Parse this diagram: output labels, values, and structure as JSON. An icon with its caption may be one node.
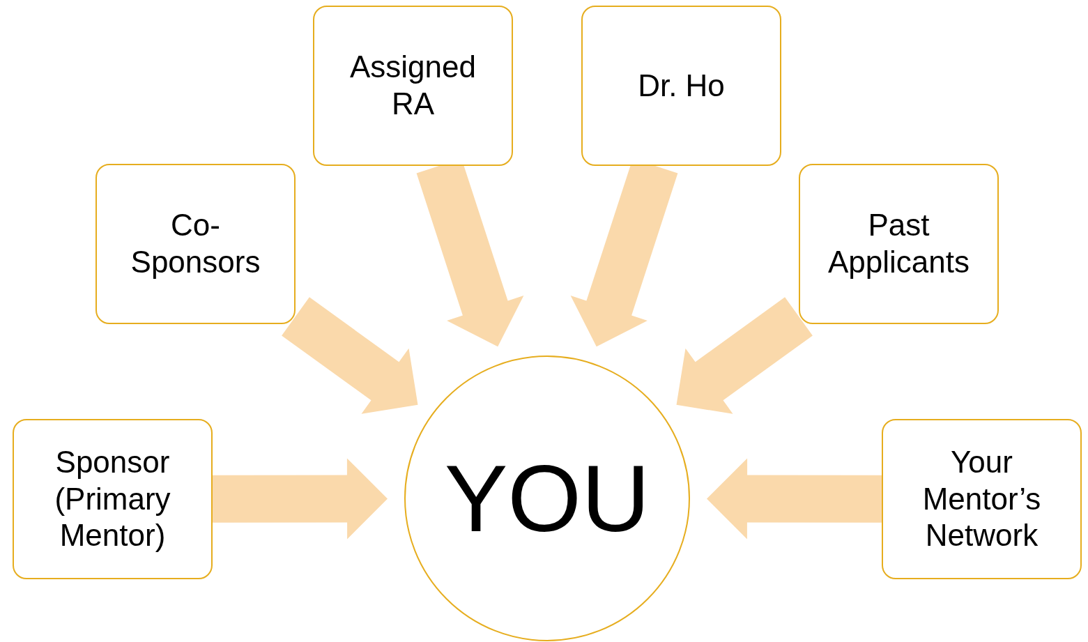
{
  "diagram": {
    "nodes": [
      {
        "text": [
          "Assigned RA"
        ]
      },
      {
        "text": [
          "Dr. Ho"
        ]
      },
      {
        "text": [
          "Co- Sponsors"
        ]
      },
      {
        "text": [
          "Past Applicants"
        ]
      },
      {
        "text": [
          "Sponsor (Primary Mentor)"
        ]
      },
      {
        "text": [
          "YOU"
        ]
      },
      {
        "text": [
          "Your Mentor’s Network"
        ]
      }
    ],
    "edges": [
      {
        "from": 0,
        "to": 5,
        "arrow": "to",
        "style": "thick"
      },
      {
        "from": 1,
        "to": 5,
        "arrow": "to",
        "style": "thick"
      },
      {
        "from": 2,
        "to": 5,
        "arrow": "to",
        "style": "thick"
      },
      {
        "from": 3,
        "to": 5,
        "arrow": "to",
        "style": "thick"
      },
      {
        "from": 4,
        "to": 5,
        "arrow": "to",
        "style": "thick"
      },
      {
        "from": 6,
        "to": 5,
        "arrow": "to",
        "style": "thick"
      }
    ]
  }
}
